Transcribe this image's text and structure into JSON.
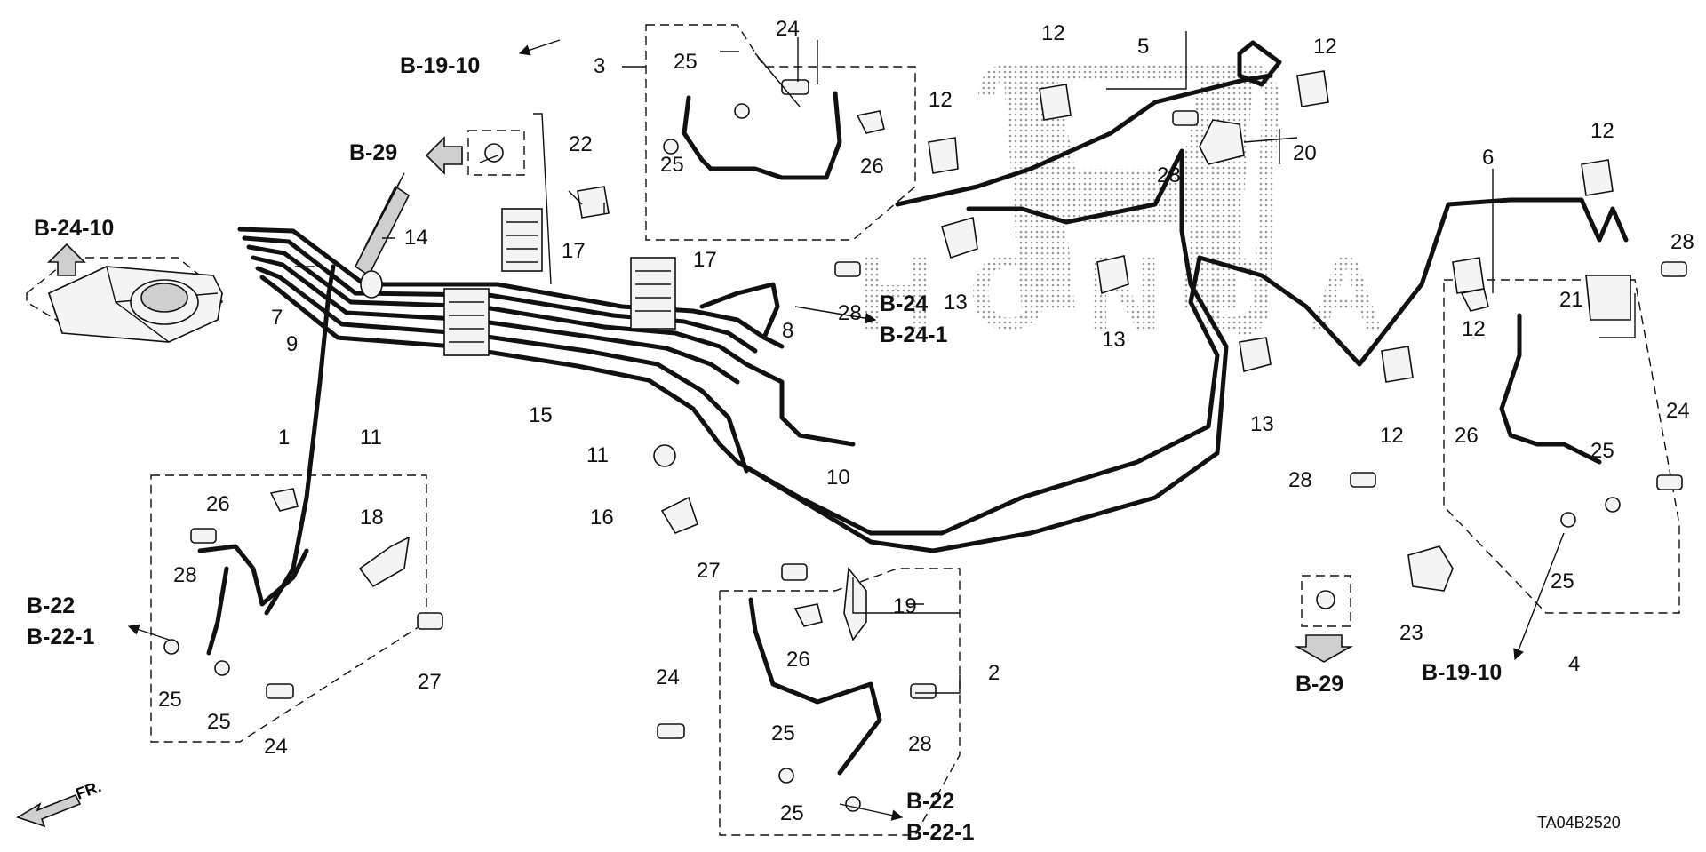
{
  "diagram": {
    "code": "TA04B2520",
    "direction_label": "FR.",
    "watermark": "HONDA",
    "part_numbers": {
      "n1": "1",
      "n2": "2",
      "n3": "3",
      "n4": "4",
      "n5": "5",
      "n6": "6",
      "n7": "7",
      "n8": "8",
      "n9": "9",
      "n10": "10",
      "n11": "11",
      "n12": "12",
      "n13": "13",
      "n14": "14",
      "n15": "15",
      "n16": "16",
      "n17": "17",
      "n18": "18",
      "n19": "19",
      "n20": "20",
      "n21": "21",
      "n22": "22",
      "n23": "23",
      "n24": "24",
      "n25": "25",
      "n26": "26",
      "n27": "27",
      "n28": "28"
    },
    "references": {
      "b19_10": "B-19-10",
      "b29": "B-29",
      "b24_10": "B-24-10",
      "b24": "B-24",
      "b24_1": "B-24-1",
      "b22": "B-22",
      "b22_1": "B-22-1"
    }
  }
}
